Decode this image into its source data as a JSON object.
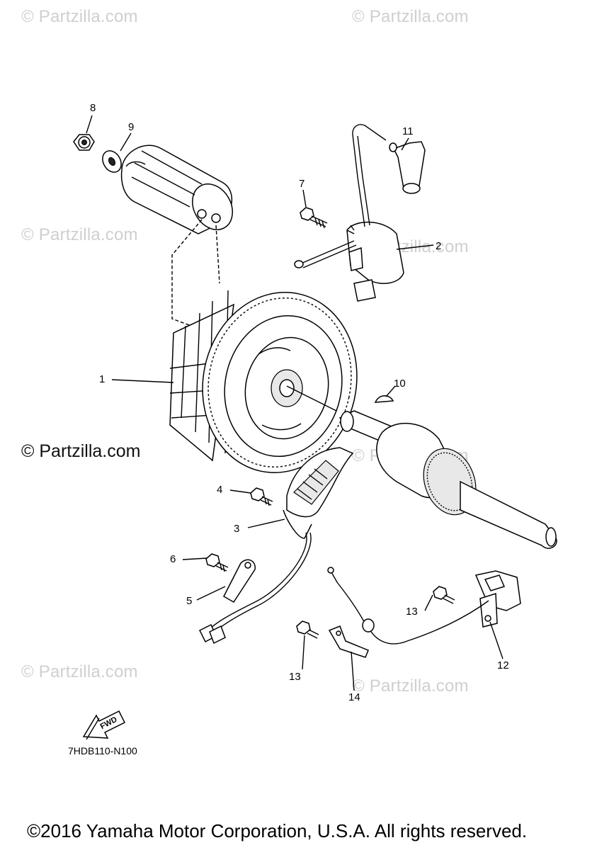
{
  "watermarks": {
    "text": "© Partzilla.com",
    "main_text": "© Partzilla.com"
  },
  "callouts": {
    "c1": "1",
    "c2": "2",
    "c3": "3",
    "c4": "4",
    "c5": "5",
    "c6": "6",
    "c7": "7",
    "c8": "8",
    "c9": "9",
    "c10": "10",
    "c11": "11",
    "c12": "12",
    "c13a": "13",
    "c13b": "13",
    "c14": "14"
  },
  "fwd_label": "FWD",
  "diagram_ref": "7HDB110-N100",
  "copyright": "©2016 Yamaha Motor Corporation, U.S.A. All rights reserved."
}
